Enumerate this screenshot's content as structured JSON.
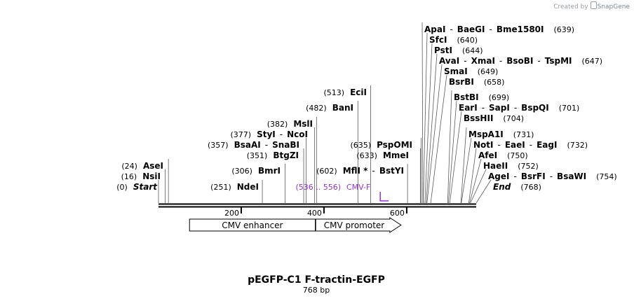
{
  "credit": {
    "prefix": "Created by",
    "brand": "SnapGene"
  },
  "title": "pEGFP-C1 F-tractin-EGFP",
  "subtitle": "768 bp",
  "sequence_length": 768,
  "ticks": [
    {
      "position": 200,
      "label": "200"
    },
    {
      "position": 400,
      "label": "400"
    },
    {
      "position": 600,
      "label": "600"
    }
  ],
  "features": [
    {
      "name": "CMV enhancer",
      "start": 75,
      "end": 379
    },
    {
      "name": "CMV promoter",
      "start": 380,
      "end": 583
    }
  ],
  "primer": {
    "range": "(536 .. 556)",
    "name": "CMV-F",
    "start": 536,
    "end": 556,
    "color": "#9b30d9"
  },
  "sites": [
    {
      "id": "start",
      "position": 0,
      "pos_label": "(0)",
      "names": [
        "Start"
      ],
      "italic": true
    },
    {
      "id": "nsii",
      "position": 16,
      "pos_label": "(16)",
      "names": [
        "NsiI"
      ]
    },
    {
      "id": "asei",
      "position": 24,
      "pos_label": "(24)",
      "names": [
        "AseI"
      ]
    },
    {
      "id": "ndei",
      "position": 251,
      "pos_label": "(251)",
      "names": [
        "NdeI"
      ]
    },
    {
      "id": "bmri",
      "position": 306,
      "pos_label": "(306)",
      "names": [
        "BmrI"
      ]
    },
    {
      "id": "btgzi",
      "position": 351,
      "pos_label": "(351)",
      "names": [
        "BtgZI"
      ]
    },
    {
      "id": "bsaai",
      "position": 357,
      "pos_label": "(357)",
      "names": [
        "BsaAI",
        "SnaBI"
      ]
    },
    {
      "id": "styi",
      "position": 377,
      "pos_label": "(377)",
      "names": [
        "StyI",
        "NcoI"
      ]
    },
    {
      "id": "msli",
      "position": 382,
      "pos_label": "(382)",
      "names": [
        "MslI"
      ]
    },
    {
      "id": "bani",
      "position": 482,
      "pos_label": "(482)",
      "names": [
        "BanI"
      ]
    },
    {
      "id": "ecii",
      "position": 513,
      "pos_label": "(513)",
      "names": [
        "EciI"
      ]
    },
    {
      "id": "mfli",
      "position": 602,
      "pos_label": "(602)",
      "names": [
        "MflI *",
        "BstYI"
      ]
    },
    {
      "id": "mmei",
      "position": 633,
      "pos_label": "(633)",
      "names": [
        "MmeI"
      ]
    },
    {
      "id": "pspomi",
      "position": 635,
      "pos_label": "(635)",
      "names": [
        "PspOMI"
      ]
    },
    {
      "id": "apai",
      "position": 639,
      "pos_label": "(639)",
      "names": [
        "ApaI",
        "BaeGI",
        "Bme1580I"
      ]
    },
    {
      "id": "sfci",
      "position": 640,
      "pos_label": "(640)",
      "names": [
        "SfcI"
      ]
    },
    {
      "id": "psti",
      "position": 644,
      "pos_label": "(644)",
      "names": [
        "PstI"
      ]
    },
    {
      "id": "avai",
      "position": 647,
      "pos_label": "(647)",
      "names": [
        "AvaI",
        "XmaI",
        "BsoBI",
        "TspMI"
      ]
    },
    {
      "id": "smai",
      "position": 649,
      "pos_label": "(649)",
      "names": [
        "SmaI"
      ]
    },
    {
      "id": "bsrbi",
      "position": 658,
      "pos_label": "(658)",
      "names": [
        "BsrBI"
      ]
    },
    {
      "id": "bstbi",
      "position": 699,
      "pos_label": "(699)",
      "names": [
        "BstBI"
      ]
    },
    {
      "id": "eari",
      "position": 701,
      "pos_label": "(701)",
      "names": [
        "EarI",
        "SapI",
        "BspQI"
      ]
    },
    {
      "id": "bsshii",
      "position": 704,
      "pos_label": "(704)",
      "names": [
        "BssHII"
      ]
    },
    {
      "id": "mspa1i",
      "position": 731,
      "pos_label": "(731)",
      "names": [
        "MspA1I"
      ]
    },
    {
      "id": "noti",
      "position": 732,
      "pos_label": "(732)",
      "names": [
        "NotI",
        "EaeI",
        "EagI"
      ]
    },
    {
      "id": "afei",
      "position": 750,
      "pos_label": "(750)",
      "names": [
        "AfeI"
      ]
    },
    {
      "id": "haeii",
      "position": 752,
      "pos_label": "(752)",
      "names": [
        "HaeII"
      ]
    },
    {
      "id": "agei",
      "position": 754,
      "pos_label": "(754)",
      "names": [
        "AgeI",
        "BsrFI",
        "BsaWI"
      ]
    },
    {
      "id": "end",
      "position": 768,
      "pos_label": "(768)",
      "names": [
        "End"
      ],
      "italic": true
    }
  ]
}
